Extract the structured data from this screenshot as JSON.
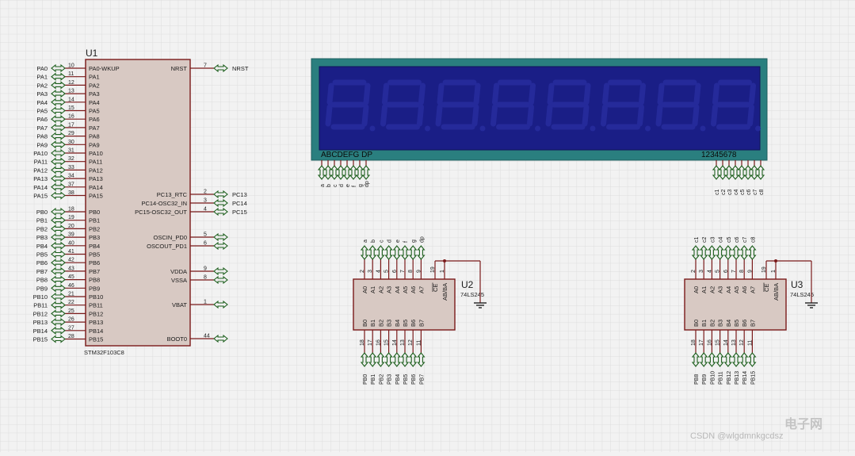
{
  "u1": {
    "ref": "U1",
    "part": "STM32F103C8",
    "left_pins": [
      {
        "net": "PA0",
        "num": "10",
        "name": "PA0-WKUP"
      },
      {
        "net": "PA1",
        "num": "11",
        "name": "PA1"
      },
      {
        "net": "PA2",
        "num": "12",
        "name": "PA2"
      },
      {
        "net": "PA3",
        "num": "13",
        "name": "PA3"
      },
      {
        "net": "PA4",
        "num": "14",
        "name": "PA4"
      },
      {
        "net": "PA5",
        "num": "15",
        "name": "PA5"
      },
      {
        "net": "PA6",
        "num": "16",
        "name": "PA6"
      },
      {
        "net": "PA7",
        "num": "17",
        "name": "PA7"
      },
      {
        "net": "PA8",
        "num": "29",
        "name": "PA8"
      },
      {
        "net": "PA9",
        "num": "30",
        "name": "PA9"
      },
      {
        "net": "PA10",
        "num": "31",
        "name": "PA10"
      },
      {
        "net": "PA11",
        "num": "32",
        "name": "PA11"
      },
      {
        "net": "PA12",
        "num": "33",
        "name": "PA12"
      },
      {
        "net": "PA13",
        "num": "34",
        "name": "PA13"
      },
      {
        "net": "PA14",
        "num": "37",
        "name": "PA14"
      },
      {
        "net": "PA15",
        "num": "38",
        "name": "PA15"
      },
      {
        "net": "PB0",
        "num": "18",
        "name": "PB0"
      },
      {
        "net": "PB1",
        "num": "19",
        "name": "PB1"
      },
      {
        "net": "PB2",
        "num": "20",
        "name": "PB2"
      },
      {
        "net": "PB3",
        "num": "39",
        "name": "PB3"
      },
      {
        "net": "PB4",
        "num": "40",
        "name": "PB4"
      },
      {
        "net": "PB5",
        "num": "41",
        "name": "PB5"
      },
      {
        "net": "PB6",
        "num": "42",
        "name": "PB6"
      },
      {
        "net": "PB7",
        "num": "43",
        "name": "PB7"
      },
      {
        "net": "PB8",
        "num": "45",
        "name": "PB8"
      },
      {
        "net": "PB9",
        "num": "46",
        "name": "PB9"
      },
      {
        "net": "PB10",
        "num": "21",
        "name": "PB10"
      },
      {
        "net": "PB11",
        "num": "22",
        "name": "PB11"
      },
      {
        "net": "PB12",
        "num": "25",
        "name": "PB12"
      },
      {
        "net": "PB13",
        "num": "26",
        "name": "PB13"
      },
      {
        "net": "PB14",
        "num": "27",
        "name": "PB14"
      },
      {
        "net": "PB15",
        "num": "28",
        "name": "PB15"
      }
    ],
    "right_pins": [
      {
        "net": "NRST",
        "num": "7",
        "name": "NRST"
      },
      {
        "net": "PC13",
        "num": "2",
        "name": "PC13_RTC"
      },
      {
        "net": "PC14",
        "num": "3",
        "name": "PC14-OSC32_IN"
      },
      {
        "net": "PC15",
        "num": "4",
        "name": "PC15-OSC32_OUT"
      },
      {
        "net": "",
        "num": "5",
        "name": "OSCIN_PD0"
      },
      {
        "net": "",
        "num": "6",
        "name": "OSCOUT_PD1"
      },
      {
        "net": "",
        "num": "9",
        "name": "VDDA"
      },
      {
        "net": "",
        "num": "8",
        "name": "VSSA"
      },
      {
        "net": "",
        "num": "1",
        "name": "VBAT"
      },
      {
        "net": "",
        "num": "44",
        "name": "BOOT0"
      }
    ]
  },
  "lcd": {
    "segment_labels": "ABCDEFG  DP",
    "digit_labels": "12345678",
    "seg_nets": [
      "a",
      "b",
      "c",
      "d",
      "e",
      "f",
      "g",
      "dp"
    ],
    "digit_nets": [
      "c1",
      "c2",
      "c3",
      "c4",
      "c5",
      "c6",
      "c7",
      "c8"
    ],
    "digits": 8
  },
  "u2": {
    "ref": "U2",
    "part": "74LS245",
    "top_nets": [
      "a",
      "b",
      "c",
      "d",
      "e",
      "f",
      "g",
      "dp"
    ],
    "a_pins": [
      {
        "num": "2",
        "name": "A0"
      },
      {
        "num": "3",
        "name": "A1"
      },
      {
        "num": "4",
        "name": "A2"
      },
      {
        "num": "5",
        "name": "A3"
      },
      {
        "num": "6",
        "name": "A4"
      },
      {
        "num": "7",
        "name": "A5"
      },
      {
        "num": "8",
        "name": "A6"
      },
      {
        "num": "9",
        "name": "A7"
      }
    ],
    "ce_pin": {
      "num": "19",
      "name": "CE"
    },
    "dir_pin": {
      "num": "1",
      "name": "AB/BA"
    },
    "b_pins": [
      {
        "num": "18",
        "name": "B0"
      },
      {
        "num": "17",
        "name": "B1"
      },
      {
        "num": "16",
        "name": "B2"
      },
      {
        "num": "15",
        "name": "B3"
      },
      {
        "num": "14",
        "name": "B4"
      },
      {
        "num": "13",
        "name": "B5"
      },
      {
        "num": "12",
        "name": "B6"
      },
      {
        "num": "11",
        "name": "B7"
      }
    ],
    "bottom_nets": [
      "PB0",
      "PB1",
      "PB2",
      "PB3",
      "PB4",
      "PB5",
      "PB6",
      "PB7"
    ]
  },
  "u3": {
    "ref": "U3",
    "part": "74LS245",
    "top_nets": [
      "c1",
      "c2",
      "c3",
      "c4",
      "c5",
      "c6",
      "c7",
      "c8"
    ],
    "a_pins": [
      {
        "num": "2",
        "name": "A0"
      },
      {
        "num": "3",
        "name": "A1"
      },
      {
        "num": "4",
        "name": "A2"
      },
      {
        "num": "5",
        "name": "A3"
      },
      {
        "num": "6",
        "name": "A4"
      },
      {
        "num": "7",
        "name": "A5"
      },
      {
        "num": "8",
        "name": "A6"
      },
      {
        "num": "9",
        "name": "A7"
      }
    ],
    "ce_pin": {
      "num": "19",
      "name": "CE"
    },
    "dir_pin": {
      "num": "1",
      "name": "AB/BA"
    },
    "b_pins": [
      {
        "num": "18",
        "name": "B0"
      },
      {
        "num": "17",
        "name": "B1"
      },
      {
        "num": "16",
        "name": "B2"
      },
      {
        "num": "15",
        "name": "B3"
      },
      {
        "num": "14",
        "name": "B4"
      },
      {
        "num": "13",
        "name": "B5"
      },
      {
        "num": "12",
        "name": "B6"
      },
      {
        "num": "11",
        "name": "B7"
      }
    ],
    "bottom_nets": [
      "PB8",
      "PB9",
      "PB10",
      "PB11",
      "PB12",
      "PB13",
      "PB14",
      "PB15"
    ]
  },
  "watermark": {
    "text": "CSDN @wlgdmnkgcdsz",
    "logo_text": "电子网"
  },
  "colors": {
    "background": "#f2f2f2",
    "grid": "#d9d9d9",
    "chip_fill": "#d8c9c3",
    "chip_border": "#7a1a1a",
    "wire": "#7a1a1a",
    "terminal": "#1c5e1c",
    "lcd_frame": "#2a7f7f",
    "lcd_screen": "#1a1e86",
    "lcd_segment": "#252a9a",
    "label": "#1a1a1a"
  }
}
